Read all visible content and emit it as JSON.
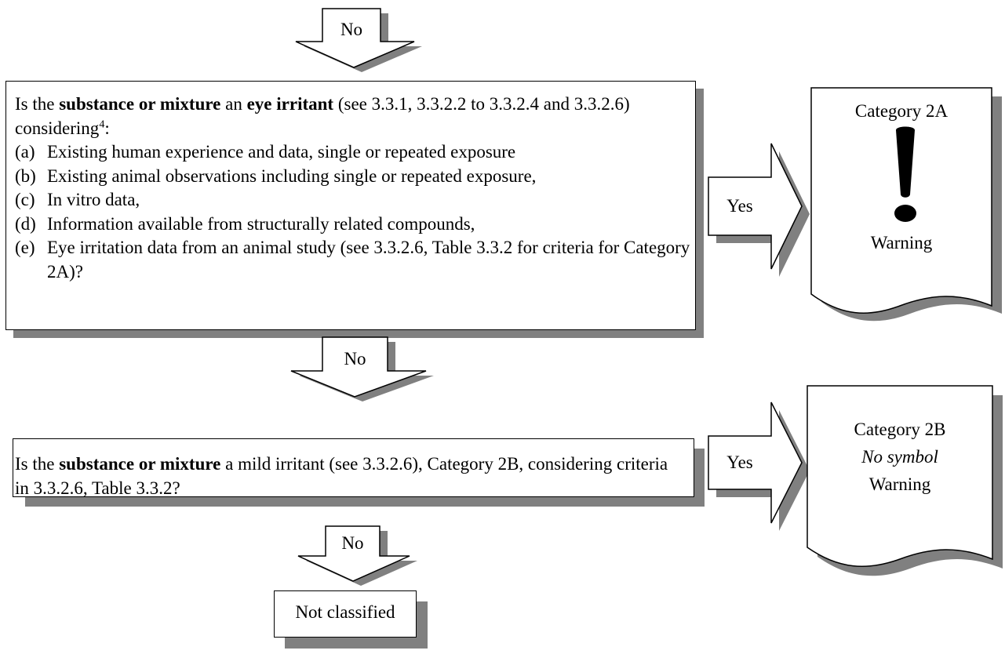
{
  "arrows": {
    "top_no": "No",
    "mid_no": "No",
    "bottom_no": "No",
    "yes_1": "Yes",
    "yes_2": "Yes"
  },
  "question_1": {
    "prefix": "Is the ",
    "bold_1": "substance or mixture",
    "middle": " an ",
    "bold_2": "eye irritant",
    "suffix": " (see 3.3.1, 3.3.2.2 to 3.3.2.4 and 3.3.2.6) considering",
    "footnote": "4",
    "colon": ":",
    "items": [
      {
        "label": "(a)",
        "text": "Existing human experience and data, single or repeated exposure"
      },
      {
        "label": "(b)",
        "text": "Existing animal observations including single or repeated exposure,"
      },
      {
        "label": "(c)",
        "text": "In vitro data,"
      },
      {
        "label": "(d)",
        "text": "Information available from structurally related compounds,"
      },
      {
        "label": "(e)",
        "text": "Eye irritation data from an animal study (see 3.3.2.6, Table 3.3.2 for criteria for Category 2A)?"
      }
    ]
  },
  "question_2": {
    "prefix": "Is the ",
    "bold": "substance or mixture",
    "suffix": " a mild irritant (see 3.3.2.6), Category 2B, considering criteria in 3.3.2.6, Table 3.3.2?"
  },
  "result_2a": {
    "category": "Category 2A",
    "signal": "Warning",
    "symbol_icon": "exclamation-mark-icon"
  },
  "result_2b": {
    "category": "Category 2B",
    "symbol": "No symbol",
    "signal": "Warning"
  },
  "final": {
    "label": "Not classified"
  },
  "colors": {
    "shadow": "#808080",
    "stroke": "#000000",
    "fill": "#ffffff"
  }
}
